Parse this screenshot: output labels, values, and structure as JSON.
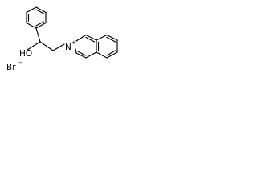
{
  "molecule": {
    "atoms": {
      "hydroxyl": "HO",
      "nitrogen": "N",
      "nitrogen_charge": "+",
      "bromide": "Br",
      "bromide_charge": "−"
    }
  },
  "colors": {
    "bond": "#000000",
    "background": "#ffffff"
  }
}
